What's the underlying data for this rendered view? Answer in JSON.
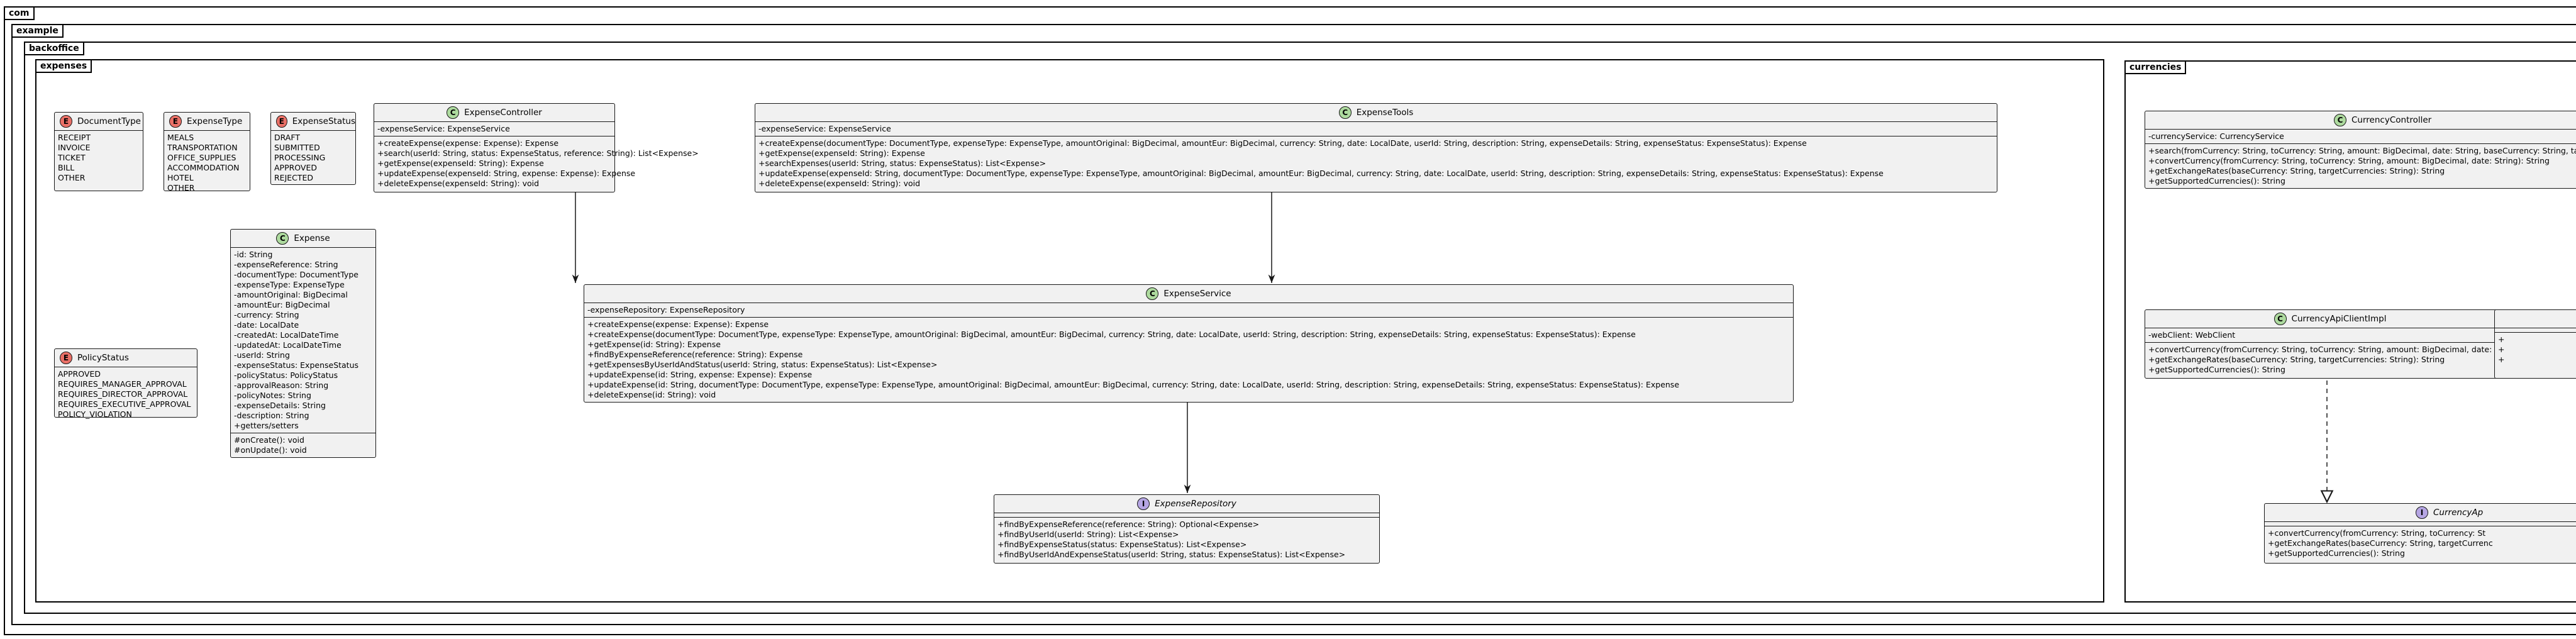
{
  "packages": {
    "com": "com",
    "example": "example",
    "backoffice": "backoffice",
    "expenses": "expenses",
    "currencies": "currencies"
  },
  "enums": {
    "document_type": {
      "name": "DocumentType",
      "values": [
        "RECEIPT",
        "INVOICE",
        "TICKET",
        "BILL",
        "OTHER"
      ]
    },
    "expense_type": {
      "name": "ExpenseType",
      "values": [
        "MEALS",
        "TRANSPORTATION",
        "OFFICE_SUPPLIES",
        "ACCOMMODATION",
        "HOTEL",
        "OTHER"
      ]
    },
    "expense_status": {
      "name": "ExpenseStatus",
      "values": [
        "DRAFT",
        "SUBMITTED",
        "PROCESSING",
        "APPROVED",
        "REJECTED"
      ]
    },
    "policy_status": {
      "name": "PolicyStatus",
      "values": [
        "APPROVED",
        "REQUIRES_MANAGER_APPROVAL",
        "REQUIRES_DIRECTOR_APPROVAL",
        "REQUIRES_EXECUTIVE_APPROVAL",
        "POLICY_VIOLATION"
      ]
    }
  },
  "classes": {
    "expense_controller": {
      "name": "ExpenseController",
      "fields": [
        "-expenseService: ExpenseService"
      ],
      "methods": [
        "+createExpense(expense: Expense): Expense",
        "+search(userId: String, status: ExpenseStatus, reference: String): List<Expense>",
        "+getExpense(expenseId: String): Expense",
        "+updateExpense(expenseId: String, expense: Expense): Expense",
        "+deleteExpense(expenseId: String): void"
      ]
    },
    "expense_tools": {
      "name": "ExpenseTools",
      "fields": [
        "-expenseService: ExpenseService"
      ],
      "methods": [
        "+createExpense(documentType: DocumentType, expenseType: ExpenseType, amountOriginal: BigDecimal, amountEur: BigDecimal, currency: String, date: LocalDate, userId: String, description: String, expenseDetails: String, expenseStatus: ExpenseStatus): Expense",
        "+getExpense(expenseId: String): Expense",
        "+searchExpenses(userId: String, status: ExpenseStatus): List<Expense>",
        "+updateExpense(expenseId: String, documentType: DocumentType, expenseType: ExpenseType, amountOriginal: BigDecimal, amountEur: BigDecimal, currency: String, date: LocalDate, userId: String, description: String, expenseDetails: String, expenseStatus: ExpenseStatus): Expense",
        "+deleteExpense(expenseId: String): void"
      ]
    },
    "expense": {
      "name": "Expense",
      "fields": [
        "-id: String",
        "-expenseReference: String",
        "-documentType: DocumentType",
        "-expenseType: ExpenseType",
        "-amountOriginal: BigDecimal",
        "-amountEur: BigDecimal",
        "-currency: String",
        "-date: LocalDate",
        "-createdAt: LocalDateTime",
        "-updatedAt: LocalDateTime",
        "-userId: String",
        "-expenseStatus: ExpenseStatus",
        "-policyStatus: PolicyStatus",
        "-approvalReason: String",
        "-policyNotes: String",
        "-expenseDetails: String",
        "-description: String",
        "+getters/setters"
      ],
      "methods": [
        "#onCreate(): void",
        "#onUpdate(): void"
      ]
    },
    "expense_service": {
      "name": "ExpenseService",
      "fields": [
        "-expenseRepository: ExpenseRepository"
      ],
      "methods": [
        "+createExpense(expense: Expense): Expense",
        "+createExpense(documentType: DocumentType, expenseType: ExpenseType, amountOriginal: BigDecimal, amountEur: BigDecimal, currency: String, date: LocalDate, userId: String, description: String, expenseDetails: String, expenseStatus: ExpenseStatus): Expense",
        "+getExpense(id: String): Expense",
        "+findByExpenseReference(reference: String): Expense",
        "+getExpensesByUserIdAndStatus(userId: String, status: ExpenseStatus): List<Expense>",
        "+updateExpense(id: String, expense: Expense): Expense",
        "+updateExpense(id: String, documentType: DocumentType, expenseType: ExpenseType, amountOriginal: BigDecimal, amountEur: BigDecimal, currency: String, date: LocalDate, userId: String, description: String, expenseDetails: String, expenseStatus: ExpenseStatus): Expense",
        "+deleteExpense(id: String): void"
      ]
    },
    "expense_repository": {
      "name": "ExpenseRepository",
      "methods": [
        "+findByExpenseReference(reference: String): Optional<Expense>",
        "+findByUserId(userId: String): List<Expense>",
        "+findByExpenseStatus(status: ExpenseStatus): List<Expense>",
        "+findByUserIdAndExpenseStatus(userId: String, status: ExpenseStatus): List<Expense>"
      ]
    },
    "currency_controller": {
      "name": "CurrencyController",
      "fields": [
        "-currencyService: CurrencyService"
      ],
      "methods": [
        "+search(fromCurrency: String, toCurrency: String, amount: BigDecimal, date: String, baseCurrency: String, ta",
        "+convertCurrency(fromCurrency: String, toCurrency: String, amount: BigDecimal, date: String): String",
        "+getExchangeRates(baseCurrency: String, targetCurrencies: String): String",
        "+getSupportedCurrencies(): String"
      ]
    },
    "currency_api_client_impl": {
      "name": "CurrencyApiClientImpl",
      "fields": [
        "-webClient: WebClient"
      ],
      "methods": [
        "+convertCurrency(fromCurrency: String, toCurrency: String, amount: BigDecimal, date: String): String",
        "+getExchangeRates(baseCurrency: String, targetCurrencies: String): String",
        "+getSupportedCurrencies(): String"
      ]
    },
    "currency_api_client": {
      "name": "CurrencyAp",
      "methods": [
        "+convertCurrency(fromCurrency: String, toCurrency: St",
        "+getExchangeRates(baseCurrency: String, targetCurrenc",
        "+getSupportedCurrencies(): String"
      ]
    },
    "partial_box": {
      "methods": [
        "+",
        "+",
        "+"
      ]
    }
  }
}
